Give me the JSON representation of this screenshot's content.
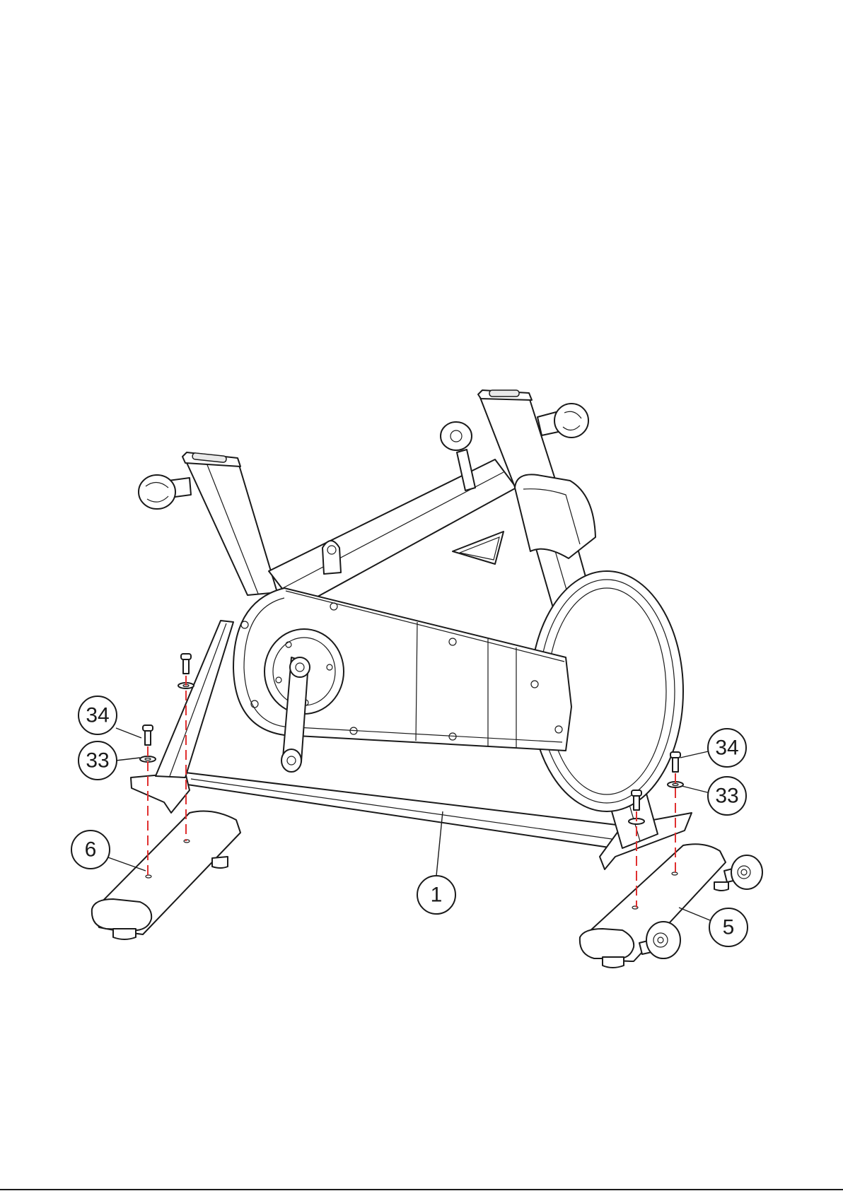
{
  "callouts": {
    "frame": "1",
    "rear_stabilizer": "5",
    "front_stabilizer": "6",
    "bolt_left": "34",
    "washer_left": "33",
    "bolt_right": "34",
    "washer_right": "33"
  },
  "colors": {
    "line": "#1a1a1a",
    "guide_dash": "#e03030",
    "background": "#ffffff"
  }
}
